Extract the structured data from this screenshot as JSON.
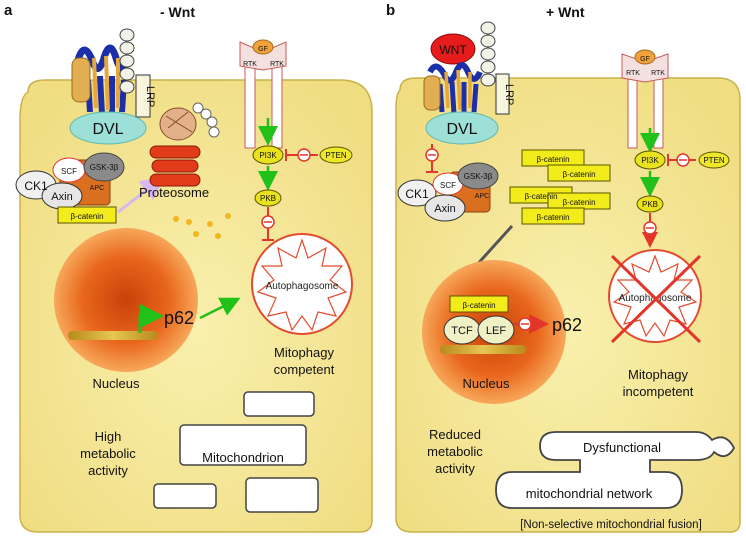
{
  "colors": {
    "cell_fill": "#f6eb9c",
    "cell_edge": "#c9b24a",
    "nucleus": "#e05a12",
    "beta_catenin": "#f2ec1a",
    "pi3k": "#e9e21c",
    "pten": "#efe82a",
    "inhibit": "#e3362b",
    "activate": "#22c11a",
    "wnt": "#e61b1b",
    "dvl": "#9ce0d8",
    "receptor": "#1c2fa8",
    "lrp": "#f2f2e6",
    "apc": "#d96f1f",
    "gsk": "#8a8a8a",
    "proteosome": "#e23b1a",
    "autophagosome_edge": "#e34b2e",
    "dna": "#cfae3c"
  },
  "panel_a": {
    "letter": "a",
    "title": "- Wnt",
    "lrp": "LRP",
    "dvl": "DVL",
    "ck1": "CK1",
    "scf": "SCF",
    "gsk": "GSK-3β",
    "axin": "Axin",
    "apc": "APC",
    "beta_catenin": "β-catenin",
    "proteosome": "Proteosome",
    "gf": "GF",
    "rtk_left": "RTK",
    "rtk_right": "RTK",
    "pi3k": "PI3K",
    "pten": "PTEN",
    "pkb": "PKB",
    "autophagosome": "Autophagosome",
    "p62": "p62",
    "nucleus": "Nucleus",
    "mitophagy_line1": "Mitophagy",
    "mitophagy_line2": "competent",
    "activity_line1": "High",
    "activity_line2": "metabolic",
    "activity_line3": "activity",
    "mitochondrion": "Mitochondrion"
  },
  "panel_b": {
    "letter": "b",
    "title": "+ Wnt",
    "wnt": "WNT",
    "lrp": "LRP",
    "dvl": "DVL",
    "ck1": "CK1",
    "scf": "SCF",
    "gsk": "GSK-3β",
    "axin": "Axin",
    "apc": "APC",
    "beta_catenin": "β-catenin",
    "gf": "GF",
    "rtk_left": "RTK",
    "rtk_right": "RTK",
    "pi3k": "PI3K",
    "pten": "PTEN",
    "pkb": "PKB",
    "autophagosome": "Autophagosome",
    "tcf": "TCF",
    "lef": "LEF",
    "p62": "p62",
    "nucleus": "Nucleus",
    "mitophagy_line1": "Mitophagy",
    "mitophagy_line2": "incompetent",
    "activity_line1": "Reduced",
    "activity_line2": "metabolic",
    "activity_line3": "activity",
    "network_line1": "Dysfunctional",
    "network_line2": "mitochondrial network",
    "fusion_note": "[Non-selective mitochondrial fusion]"
  }
}
